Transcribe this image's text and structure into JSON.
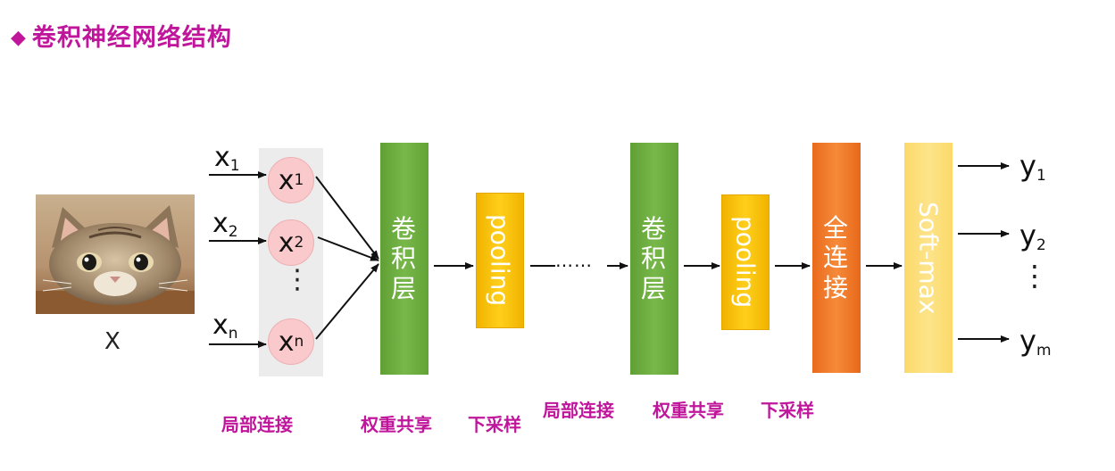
{
  "title": "卷积神经网络结构",
  "title_bullet": "◆",
  "input_caption": "X",
  "input_labels": [
    {
      "base": "x",
      "sub": "1"
    },
    {
      "base": "x",
      "sub": "2"
    },
    {
      "base": "x",
      "sub": "n"
    }
  ],
  "nodes": [
    {
      "base": "x",
      "sub": "1"
    },
    {
      "base": "x",
      "sub": "2"
    },
    {
      "base": "x",
      "sub": "n"
    }
  ],
  "vertical_ellipsis": "⋮",
  "conv1": "卷积层",
  "pool1": "pooling",
  "dots": "……",
  "conv2": "卷积层",
  "pool2": "pooling",
  "fc": "全连接",
  "softmax": "Soft-max",
  "outputs": [
    {
      "base": "y",
      "sub": "1"
    },
    {
      "base": "y",
      "sub": "2"
    },
    {
      "base": "y",
      "sub": "m"
    }
  ],
  "notes": {
    "local1": "局部连接",
    "share1": "权重共享",
    "down1": "下采样",
    "local2": "局部连接",
    "share2": "权重共享",
    "down2": "下采样"
  },
  "colors": {
    "accent": "#c0169b",
    "conv": "#6aaa3c",
    "pool": "#ffc107",
    "fc": "#f07a2a",
    "softmax": "#fde07a",
    "node": "#f9c9cb"
  }
}
